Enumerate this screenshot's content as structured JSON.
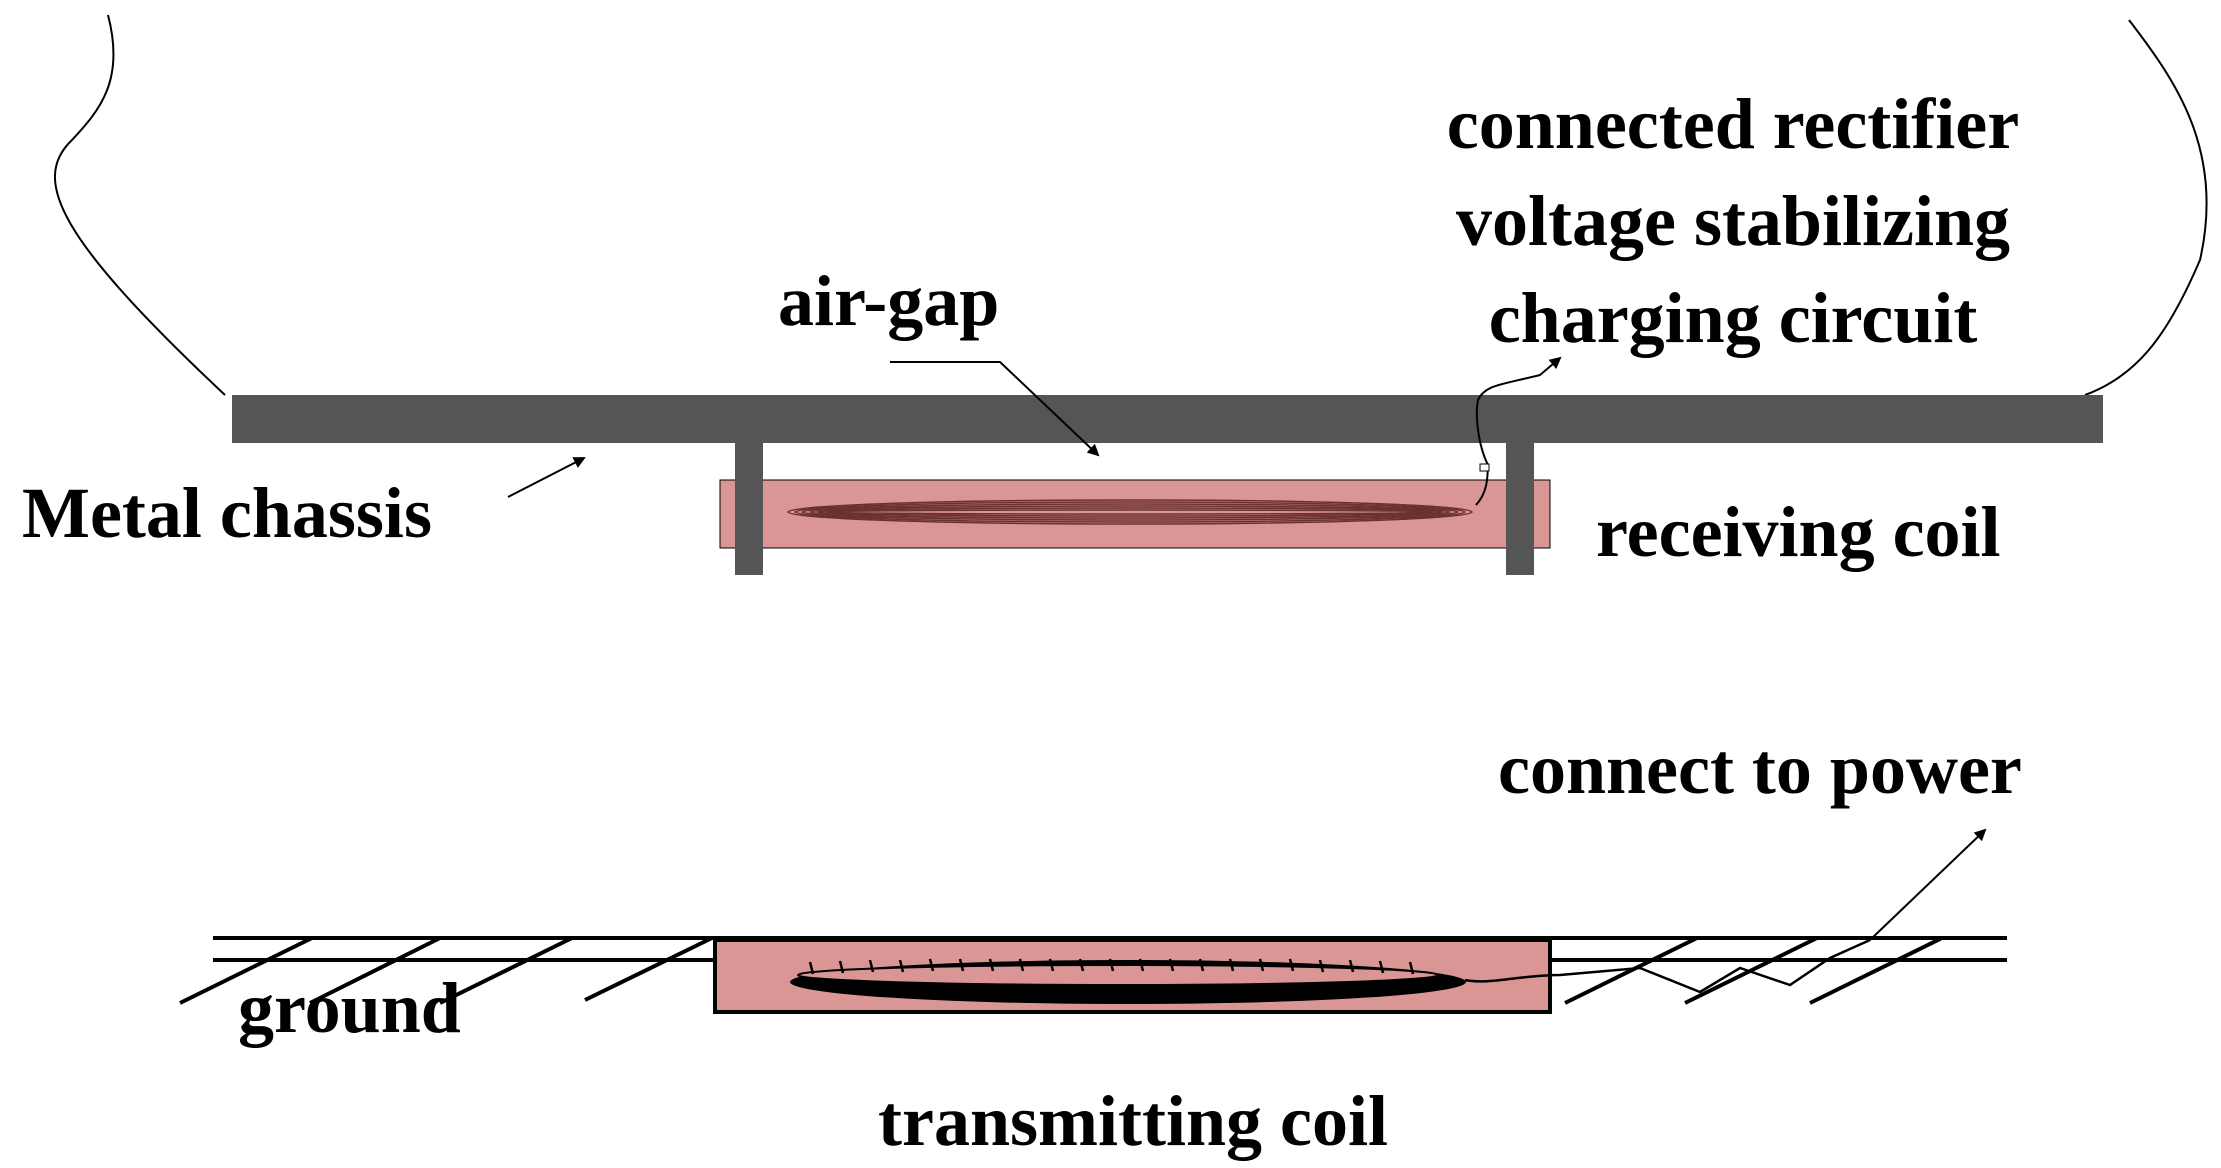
{
  "labels": {
    "connected_rectifier_line1": "connected rectifier",
    "connected_rectifier_line2": "voltage stabilizing",
    "connected_rectifier_line3": "charging circuit",
    "air_gap": "air-gap",
    "metal_chassis": "Metal chassis",
    "receiving_coil": "receiving coil",
    "connect_to_power": "connect to power",
    "ground": "ground",
    "transmitting_coil": "transmitting coil"
  },
  "colors": {
    "chassis": "#555555",
    "coil_box": "#d99694",
    "line": "#000000",
    "background": "#ffffff"
  }
}
